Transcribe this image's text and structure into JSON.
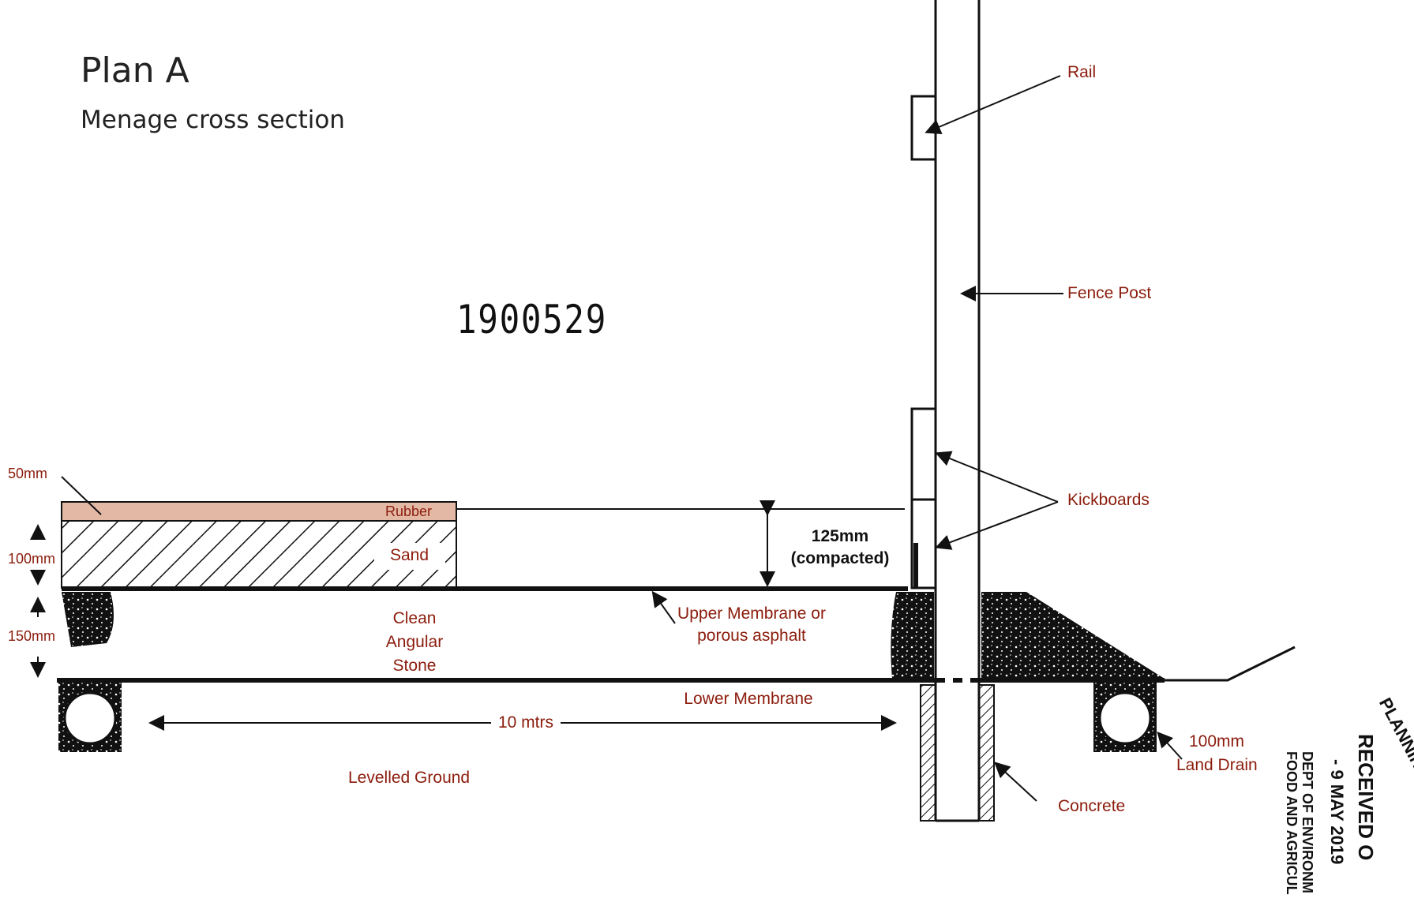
{
  "header": {
    "title": "Plan A",
    "subtitle": "Menage cross section"
  },
  "reference_number": "1900529",
  "labels": {
    "rail": "Rail",
    "fence_post": "Fence Post",
    "kickboards": "Kickboards",
    "rubber": "Rubber",
    "sand": "Sand",
    "dim_50": "50mm",
    "dim_100": "100mm",
    "dim_150": "150mm",
    "compacted_depth": "125mm",
    "compacted_note": "(compacted)",
    "stone_line1": "Clean",
    "stone_line2": "Angular",
    "stone_line3": "Stone",
    "upper_membrane_line1": "Upper Membrane or",
    "upper_membrane_line2": "porous asphalt",
    "lower_membrane": "Lower  Membrane",
    "distance": "10 mtrs",
    "levelled_ground": "Levelled Ground",
    "land_drain_size": "100mm",
    "land_drain": "Land Drain",
    "concrete": "Concrete"
  },
  "stamp": {
    "line1": "PLANNING & BUILDING",
    "line2": "RECEIVED O",
    "date": "- 9 MAY 2019",
    "dept_line1": "DEPT OF ENVIRONM",
    "dept_line2": "FOOD AND AGRICUL"
  },
  "colors": {
    "label": "#8b1c0c",
    "rubber": "#e3b9a6",
    "line": "#111111"
  }
}
